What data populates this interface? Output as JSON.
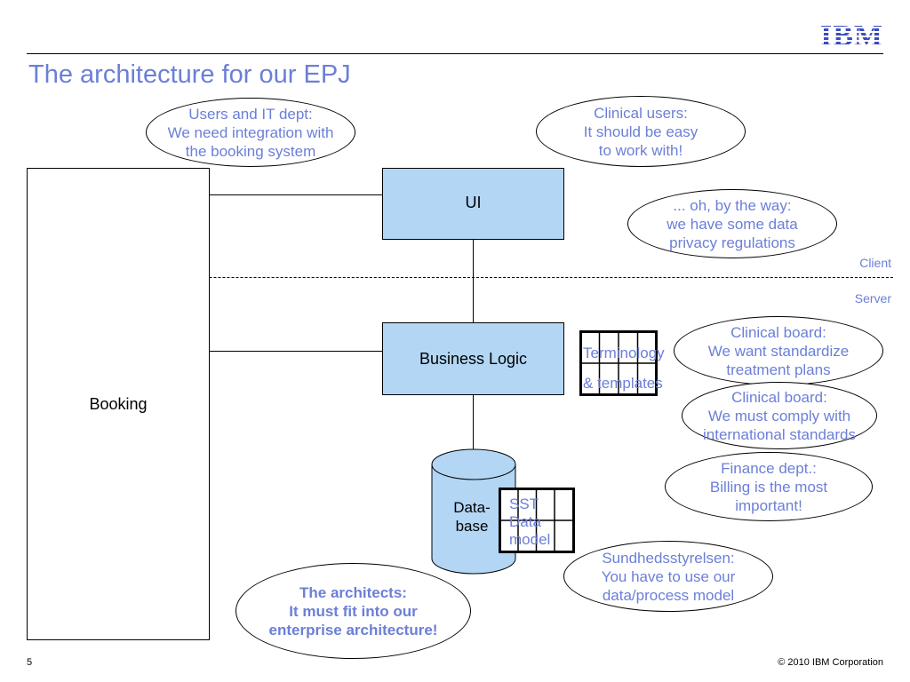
{
  "header": {
    "logo": "IBM",
    "title": "The architecture for our EPJ"
  },
  "boxes": {
    "booking": "Booking",
    "ui": "UI",
    "business_logic": "Business Logic"
  },
  "database": {
    "line1": "Data-",
    "line2": "base"
  },
  "zones": {
    "client": "Client",
    "server": "Server"
  },
  "grids": {
    "terminology": {
      "line1": "Terminology",
      "line2": "& templates"
    },
    "sst": {
      "line1": "SST",
      "line2": "Data",
      "line3": "model"
    }
  },
  "bubbles": {
    "users_it": [
      "Users and IT dept:",
      "We need integration with",
      "the booking system"
    ],
    "clinical_users": [
      "Clinical users:",
      "It should be easy",
      "to work with!"
    ],
    "privacy": [
      "... oh, by the way:",
      "we have some data",
      "privacy regulations"
    ],
    "clinical_board_1": [
      "Clinical board:",
      "We want standardize",
      "treatment plans"
    ],
    "clinical_board_2": [
      "Clinical board:",
      "We must comply with",
      "international standards"
    ],
    "finance": [
      "Finance dept.:",
      "Billing is the most",
      "important!"
    ],
    "sundhed": [
      "Sundhedsstyrelsen:",
      "You have to use our",
      "data/process model"
    ],
    "architects": [
      "The architects:",
      "It must fit into our",
      "enterprise architecture!"
    ]
  },
  "footer": {
    "page_number": "5",
    "copyright": "© 2010 IBM Corporation"
  },
  "colors": {
    "accent": "#6b7fd7",
    "box_fill": "#b3d6f5",
    "logo": "#3b4cc0"
  }
}
